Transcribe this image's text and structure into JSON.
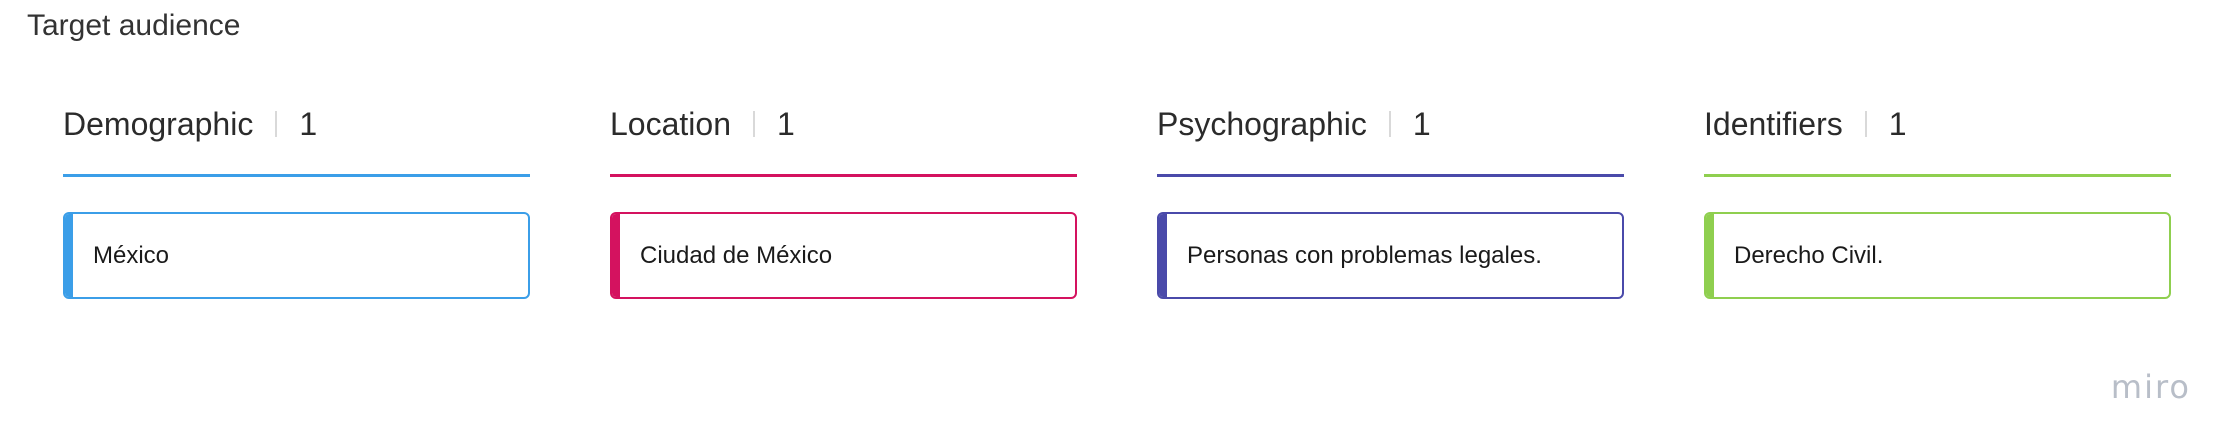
{
  "board": {
    "title": "Target audience"
  },
  "columns": [
    {
      "name": "Demographic",
      "count": "1",
      "color": "#3b9ee8",
      "cards": [
        "México"
      ]
    },
    {
      "name": "Location",
      "count": "1",
      "color": "#d4125f",
      "cards": [
        "Ciudad de México"
      ]
    },
    {
      "name": "Psychographic",
      "count": "1",
      "color": "#4a4aaa",
      "cards": [
        "Personas con problemas legales."
      ]
    },
    {
      "name": "Identifiers",
      "count": "1",
      "color": "#8fcf4f",
      "cards": [
        "Derecho Civil."
      ]
    }
  ],
  "branding": {
    "logo_text": "miro"
  }
}
